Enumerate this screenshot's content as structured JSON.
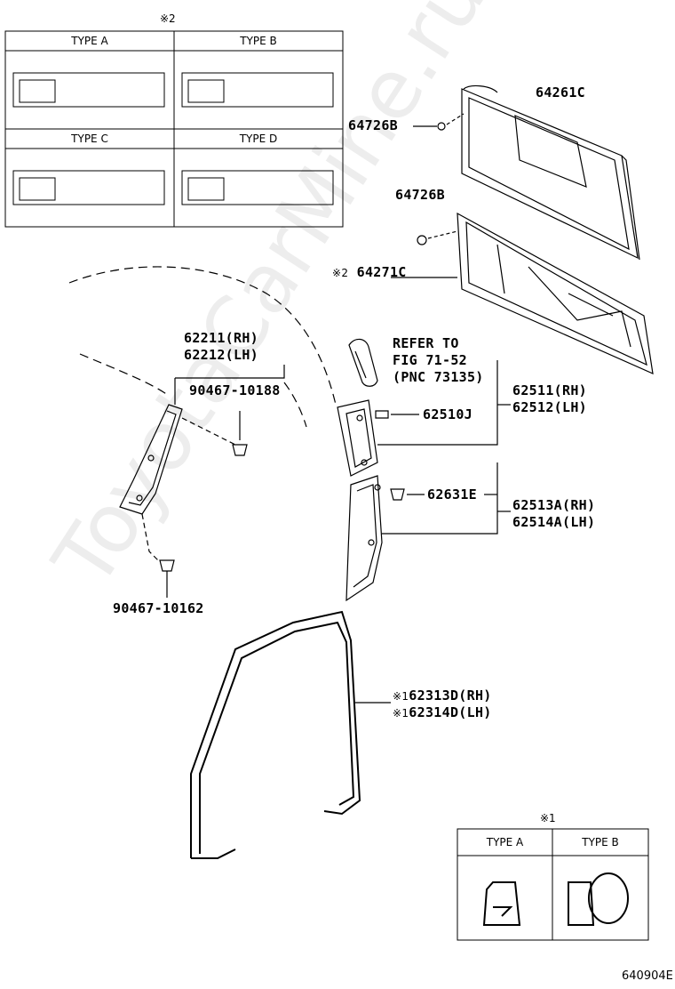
{
  "top_table": {
    "mark": "※2",
    "types": [
      "TYPE A",
      "TYPE B",
      "TYPE C",
      "TYPE D"
    ]
  },
  "bottom_table": {
    "mark": "※1",
    "types": [
      "TYPE A",
      "TYPE B"
    ]
  },
  "parts": {
    "p64261c": "64261C",
    "p64726b_1": "64726B",
    "p64726b_2": "64726B",
    "p64271c_mark": "※2",
    "p64271c": "64271C",
    "p62211": "62211(RH)",
    "p62212": "62212(LH)",
    "p90467_10188": "90467-10188",
    "p90467_10162": "90467-10162",
    "refer_1": "REFER TO",
    "refer_2": "FIG 71-52",
    "refer_3": "(PNC 73135)",
    "p62510j": "62510J",
    "p62511": "62511(RH)",
    "p62512": "62512(LH)",
    "p62631e": "62631E",
    "p62513a": "62513A(RH)",
    "p62514a": "62514A(LH)",
    "p62313d_mark": "※1",
    "p62313d": "62313D(RH)",
    "p62314d_mark": "※1",
    "p62314d": "62314D(LH)"
  },
  "watermark": "ToyotaCarMine.ru",
  "figure_id": "640904E"
}
